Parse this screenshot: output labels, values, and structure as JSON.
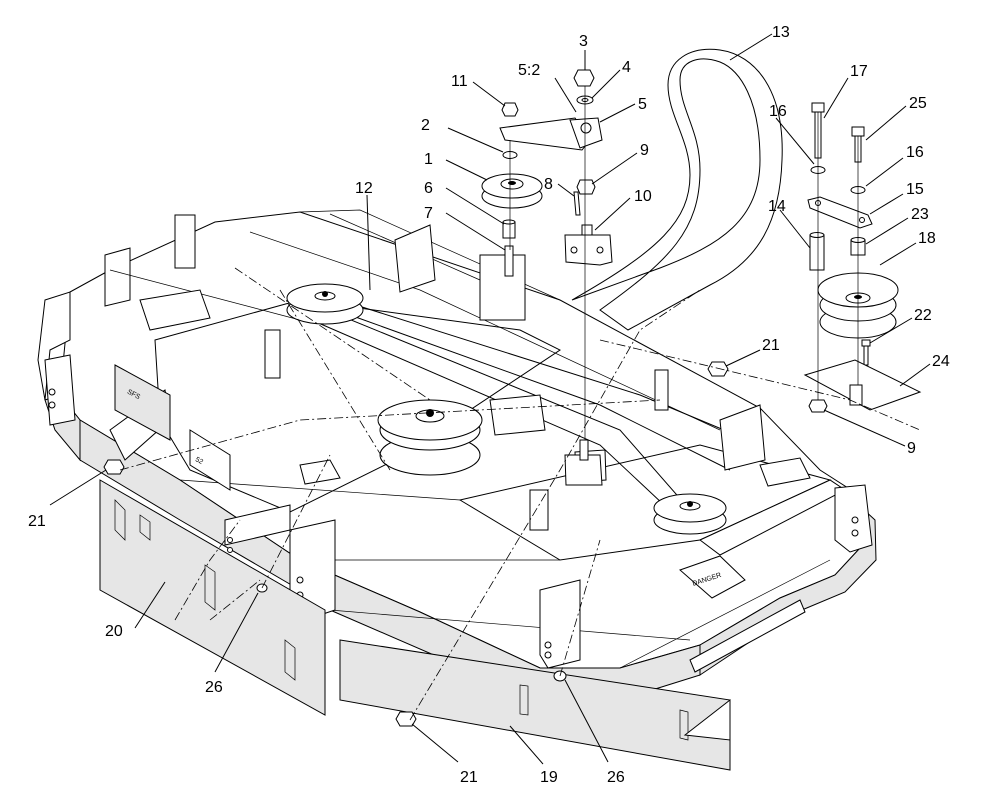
{
  "callouts": {
    "c1": "1",
    "c2": "2",
    "c3": "3",
    "c4": "4",
    "c5": "5",
    "c5_2": "5:2",
    "c6": "6",
    "c7": "7",
    "c8": "8",
    "c9_top": "9",
    "c9_right": "9",
    "c10": "10",
    "c11": "11",
    "c12": "12",
    "c13": "13",
    "c14": "14",
    "c15": "15",
    "c16_left": "16",
    "c16_right": "16",
    "c17": "17",
    "c18": "18",
    "c19": "19",
    "c20": "20",
    "c21_left": "21",
    "c21_right": "21",
    "c21_bottom": "21",
    "c22": "22",
    "c23": "23",
    "c24": "24",
    "c25": "25",
    "c26_left": "26",
    "c26_right": "26"
  },
  "decals": {
    "danger": "DANGER",
    "sfs": "SFS",
    "size": "52"
  }
}
